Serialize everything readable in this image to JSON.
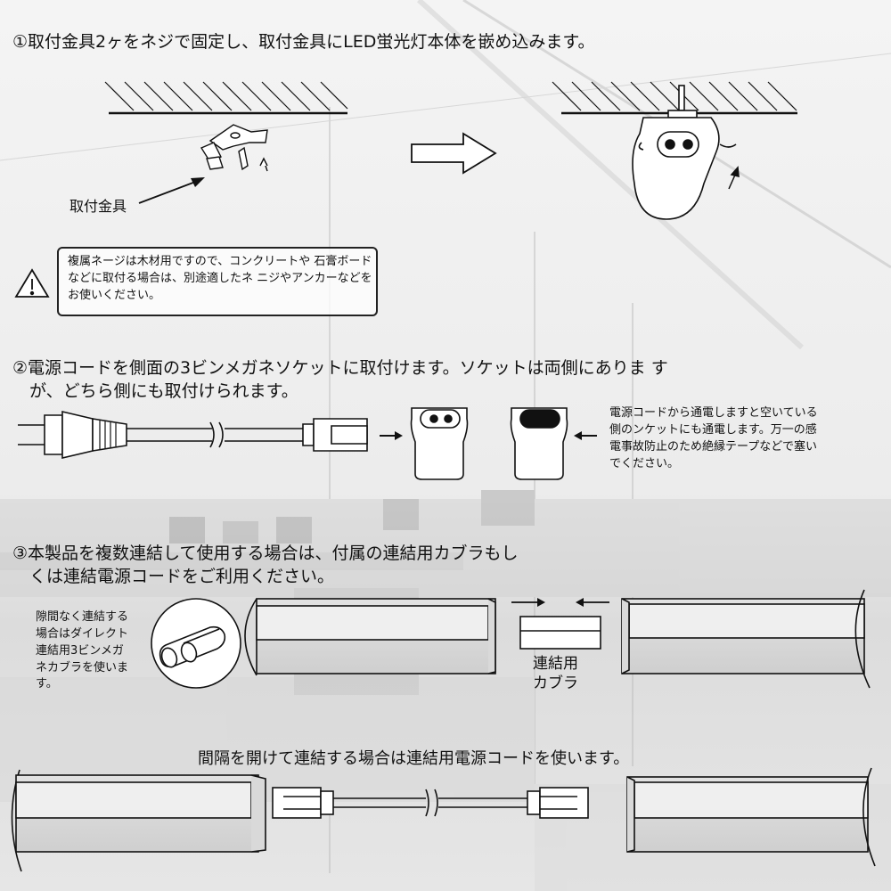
{
  "step1": {
    "title": "①取付金具2ヶをネジで固定し、取付金具にLED蛍光灯本体を嵌め込みます。",
    "bracket_label": "取付金具",
    "warning_lines": [
      "複属ネージは木材用ですので、コンクリートや",
      "石膏ボードなどに取付る場合は、別途適したネ",
      "ニジやアンカーなどをお使いください。"
    ]
  },
  "step2": {
    "title_lines": [
      "②電源コードを側面の3ビンメガネソケットに取付けます。ソケットは両側にありま す",
      "　が、どちら側にも取付けられます。"
    ],
    "note_lines": [
      "電源コードから通電しますと空いている",
      "側のンケットにも通電します。万一の感",
      "電事故防止のため絶縁テープなどで塞い",
      "でください。"
    ]
  },
  "step3": {
    "title_lines": [
      "③本製品を複数連結して使用する場合は、付属の連結用カブラもし",
      "　くは連結電源コードをご利用ください。"
    ],
    "direct_note_lines": [
      "隙間なく連結する",
      "場合はダイレクト",
      "連結用3ビンメガ",
      "ネカブラを使いま",
      "す。"
    ],
    "coupler_label_lines": [
      "連結用",
      "カブラ"
    ],
    "gap_note": "間隔を開けて連結する場合は連結用電源コードを使います。"
  },
  "colors": {
    "line": "#111111",
    "background": "#e9e9e9"
  }
}
